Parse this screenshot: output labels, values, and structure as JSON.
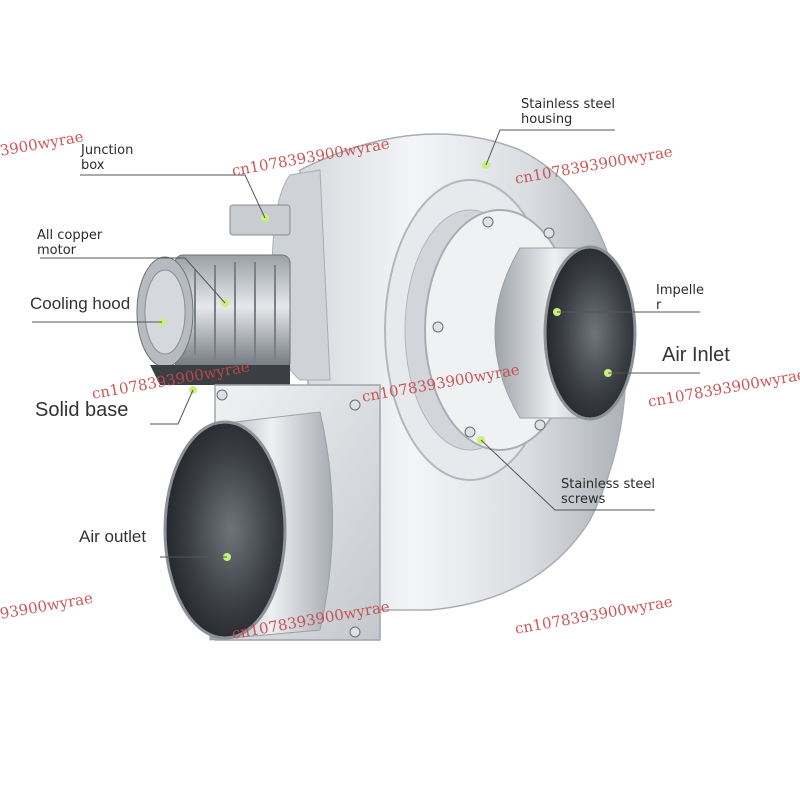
{
  "labels": {
    "junction_box": "Junction box",
    "junction_box_l1": "Junction",
    "junction_box_l2": "box",
    "all_copper_motor_l1": "All copper",
    "all_copper_motor_l2": "motor",
    "cooling_hood": "Cooling hood",
    "solid_base": "Solid base",
    "air_outlet": "Air outlet",
    "stainless_housing_l1": "Stainless steel",
    "stainless_housing_l2": "housing",
    "impeller_l1": "Impelle",
    "impeller_l2": "r",
    "air_inlet": "Air Inlet",
    "stainless_screws_l1": "Stainless steel",
    "stainless_screws_l2": "screws"
  },
  "watermarks": [
    "3900wyrae",
    "cn1078393900wyrae",
    "cn1078393900wyrae",
    "cn1078393900wyrae",
    "cn1078393900wyrae",
    "93900wyrae",
    "cn1078393900wyrae",
    "cn1078393900wyrae"
  ],
  "colors": {
    "metal_light": "#e9ebee",
    "metal_mid": "#b9bdc3",
    "metal_dark": "#5f646b",
    "pipe_interior": "#2a2d31",
    "leader_line": "#555555",
    "marker_dot": "#c8f07a",
    "watermark": "#c7474a"
  }
}
